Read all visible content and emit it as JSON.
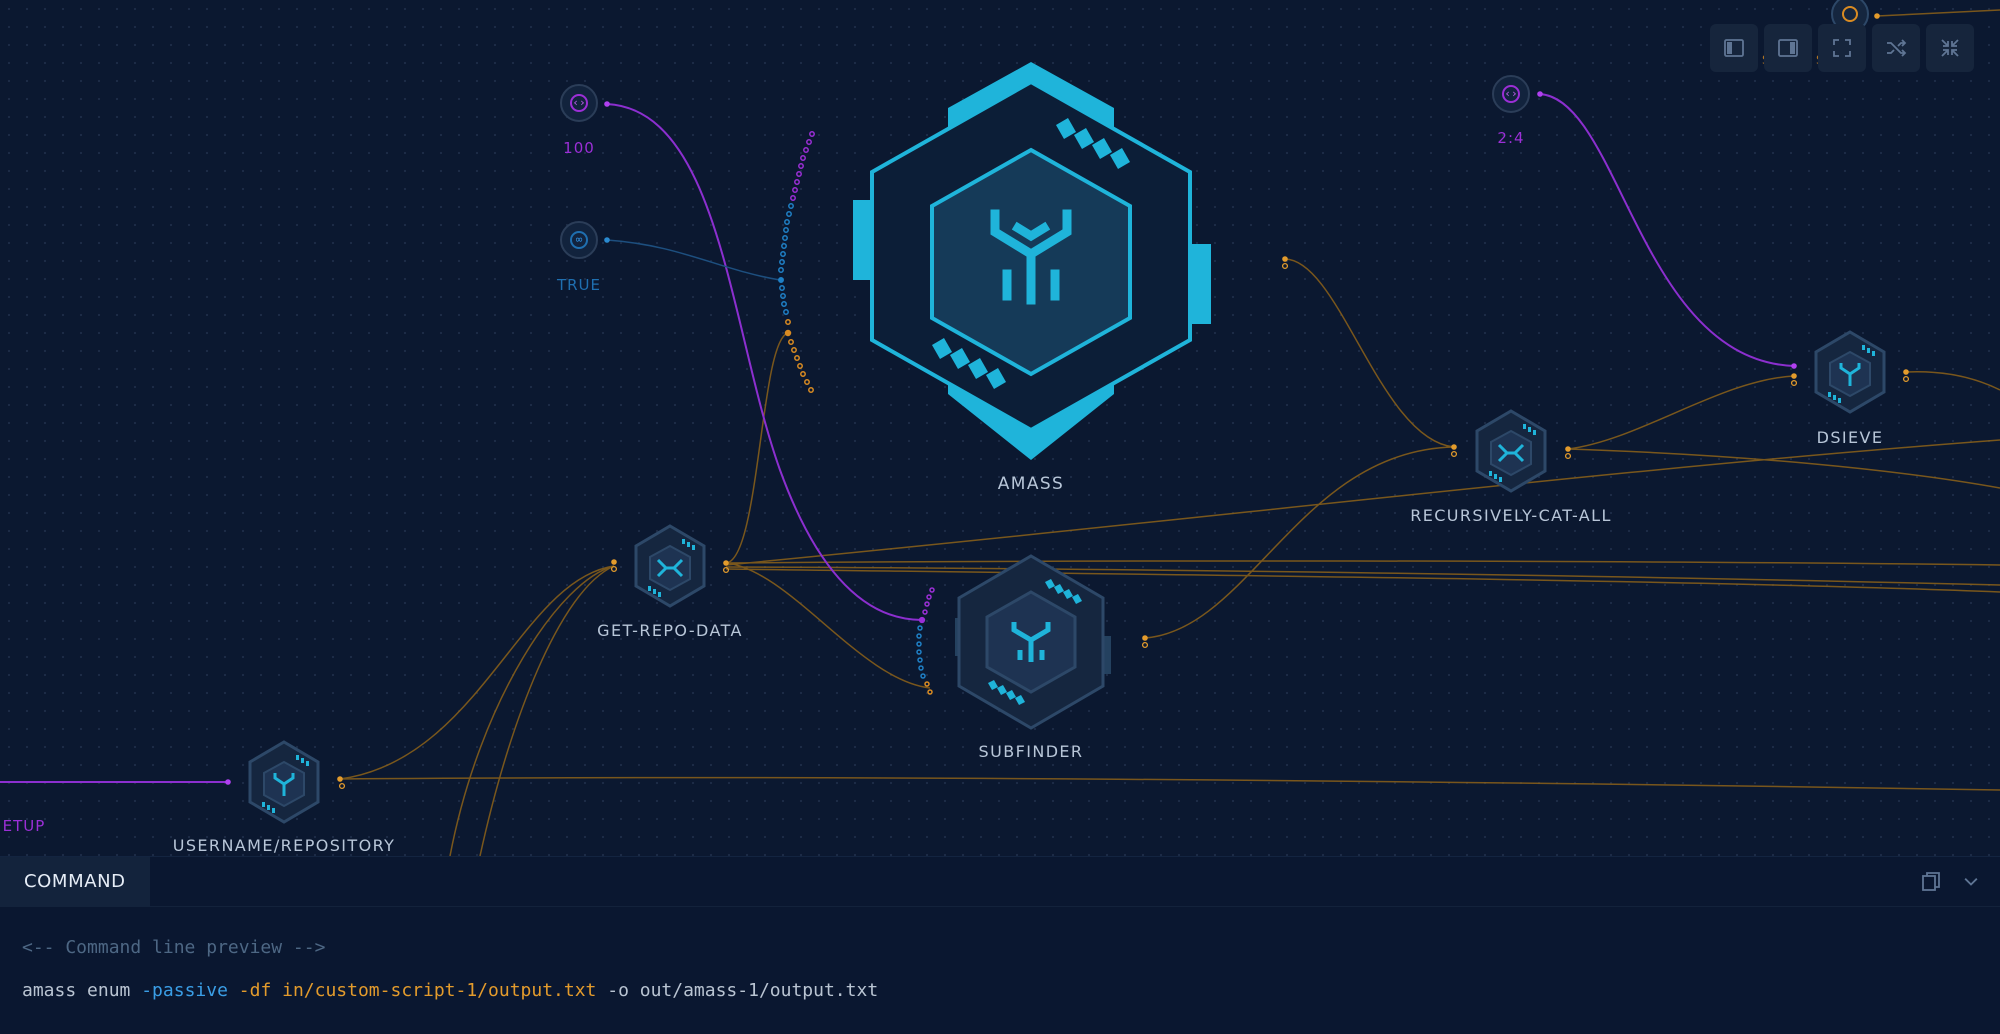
{
  "canvas": {
    "nodes": {
      "amass": {
        "label": "AMASS"
      },
      "subfinder": {
        "label": "SUBFINDER"
      },
      "get_repo_data": {
        "label": "GET-REPO-DATA"
      },
      "recursively_cat_all": {
        "label": "RECURSIVELY-CAT-ALL"
      },
      "dsieve": {
        "label": "DSIEVE"
      },
      "username_repository": {
        "label": "USERNAME/REPOSITORY"
      },
      "setup_partial": {
        "label": "ETUP"
      }
    },
    "params": {
      "p100": {
        "label": "100",
        "icon": "code-brackets-icon",
        "color": "#9b2fd6"
      },
      "ptrue": {
        "label": "TRUE",
        "icon": "toggle-link-icon",
        "color": "#1f6fb0"
      },
      "p24": {
        "label": "2:4",
        "icon": "code-brackets-icon",
        "color": "#9b2fd6"
      }
    },
    "colors": {
      "accent_cyan": "#1fb4da",
      "edge_orange": "#a7701c",
      "edge_purple": "#8c2fcf",
      "edge_blue": "#1f5d9a",
      "node_dim": "#2d4868"
    }
  },
  "toolbar": {
    "buttons": [
      {
        "name": "left-panel-toggle-button",
        "icon": "sidebar-left-icon"
      },
      {
        "name": "right-panel-toggle-button",
        "icon": "sidebar-right-icon"
      },
      {
        "name": "fit-view-button",
        "icon": "fullscreen-icon"
      },
      {
        "name": "shuffle-layout-button",
        "icon": "shuffle-icon"
      },
      {
        "name": "collapse-button",
        "icon": "collapse-icon"
      }
    ]
  },
  "panel": {
    "tab_label": "COMMAND",
    "comment": "<-- Command line preview -->",
    "command": [
      {
        "text": "amass enum ",
        "kind": "plain"
      },
      {
        "text": "-passive",
        "kind": "flag"
      },
      {
        "text": " ",
        "kind": "plain"
      },
      {
        "text": "-df in/custom-script-1/output.txt",
        "kind": "path"
      },
      {
        "text": " -o out/amass-1/output.txt",
        "kind": "plain"
      }
    ]
  }
}
